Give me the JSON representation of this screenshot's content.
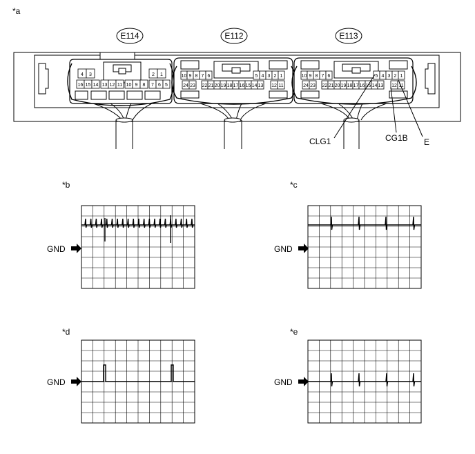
{
  "figure_labels": {
    "a": "*a",
    "b": "*b",
    "c": "*c",
    "d": "*d",
    "e": "*e"
  },
  "connectors": [
    {
      "id": "E114",
      "label": "E114"
    },
    {
      "id": "E112",
      "label": "E112"
    },
    {
      "id": "E113",
      "label": "E113"
    }
  ],
  "pins": {
    "e114": {
      "top_left": [
        "4",
        "3"
      ],
      "top_right": [
        "2",
        "1"
      ],
      "bottom": [
        "16",
        "15",
        "14",
        "13",
        "12",
        "11",
        "10",
        "9",
        "8",
        "7",
        "6",
        "5"
      ]
    },
    "e112": {
      "top_left": [
        "10",
        "9",
        "8",
        "7",
        "6"
      ],
      "top_right": [
        "5",
        "4",
        "3",
        "2",
        "1"
      ],
      "bottom_left": [
        "24",
        "23"
      ],
      "bottom_mid": [
        "22",
        "21",
        "20",
        "19",
        "18",
        "17",
        "16",
        "15",
        "14",
        "13"
      ],
      "bottom_right": [
        "12",
        "11"
      ]
    },
    "e113": {
      "top_left": [
        "10",
        "9",
        "8",
        "7",
        "6"
      ],
      "top_right": [
        "5",
        "4",
        "3",
        "2",
        "1"
      ],
      "bottom_left": [
        "24",
        "23"
      ],
      "bottom_mid": [
        "22",
        "21",
        "20",
        "19",
        "18",
        "17",
        "16",
        "15",
        "14",
        "13"
      ],
      "bottom_right": [
        "12",
        "11"
      ]
    }
  },
  "terminal_labels": {
    "clg1": "CLG1",
    "cg1b": "CG1B",
    "e": "E"
  },
  "waveforms": {
    "gnd_label": "GND",
    "b": {
      "pattern": "dense_pulses_with_two_large_spikes"
    },
    "c": {
      "pattern": "four_short_pulses"
    },
    "d": {
      "pattern": "two_tall_pulses"
    },
    "e": {
      "pattern": "four_short_pulses"
    }
  }
}
